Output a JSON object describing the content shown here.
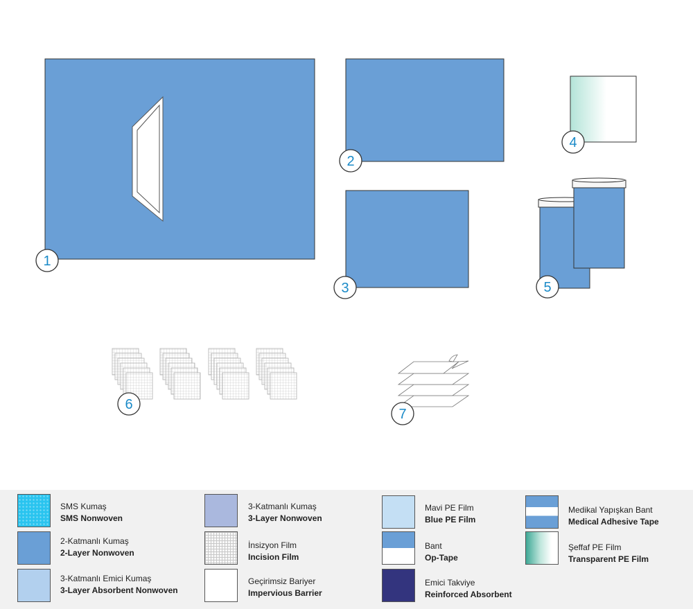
{
  "badges": [
    "1",
    "2",
    "3",
    "4",
    "5",
    "6",
    "7"
  ],
  "colors": {
    "sms_nonwoven": "#29c4ef",
    "two_layer": "#6a9fd6",
    "three_layer": "#aab8de",
    "blue_pe": "#c4dff4",
    "absorbent": "#b2d0ee",
    "reinforced": "#33347e",
    "impervious": "#ffffff"
  },
  "legend": [
    {
      "tr": "SMS Kumaş",
      "en": "SMS Nonwoven",
      "swatch": "sms"
    },
    {
      "tr": "2-Katmanlı Kumaş",
      "en": "2-Layer Nonwoven",
      "swatch": "two-layer"
    },
    {
      "tr": "3-Katmanlı Emici Kumaş",
      "en": "3-Layer Absorbent Nonwoven",
      "swatch": "absorbent"
    },
    {
      "tr": "3-Katmanlı Kumaş",
      "en": "3-Layer Nonwoven",
      "swatch": "three-layer"
    },
    {
      "tr": "İnsizyon Film",
      "en": "Incision Film",
      "swatch": "incision"
    },
    {
      "tr": "Geçirimsiz Bariyer",
      "en": "Impervious Barrier",
      "swatch": "impervious"
    },
    {
      "tr": "Mavi PE Film",
      "en": "Blue PE Film",
      "swatch": "blue-pe"
    },
    {
      "tr": "Bant",
      "en": "Op-Tape",
      "swatch": "op-tape"
    },
    {
      "tr": "Emici Takviye",
      "en": "Reinforced Absorbent",
      "swatch": "reinforced"
    },
    {
      "tr": "Medikal Yapışkan Bant",
      "en": "Medical Adhesive Tape",
      "swatch": "medical-tape"
    },
    {
      "tr": "Şeffaf PE Film",
      "en": "Transparent PE Film",
      "swatch": "transparent-pe"
    }
  ]
}
